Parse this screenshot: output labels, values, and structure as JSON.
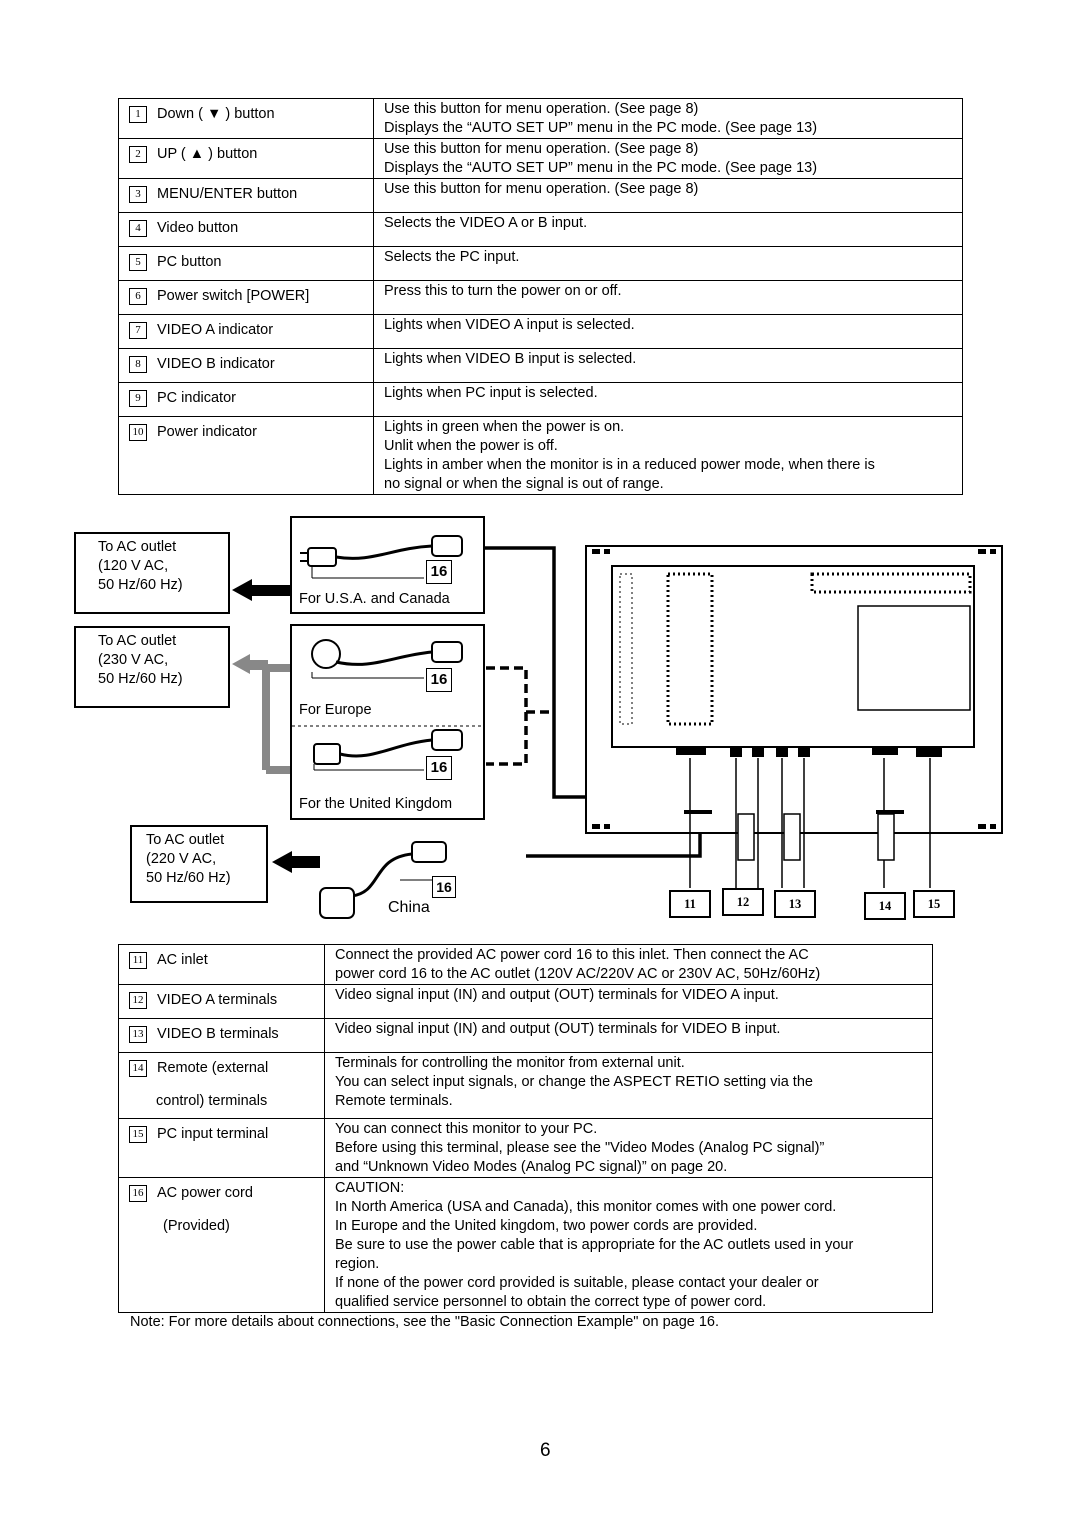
{
  "table_top": [
    {
      "num": "1",
      "name": "Down ( ▼ ) button",
      "desc": [
        "Use this button for menu operation. (See page 8)",
        "Displays the “AUTO SET UP” menu in the PC mode. (See page 13)"
      ]
    },
    {
      "num": "2",
      "name": "UP ( ▲ ) button",
      "desc": [
        "Use this button for menu operation. (See page 8)",
        "Displays the “AUTO SET UP” menu in the PC mode. (See page 13)"
      ]
    },
    {
      "num": "3",
      "name": "MENU/ENTER button",
      "desc": [
        "Use this button for menu operation. (See page 8)"
      ]
    },
    {
      "num": "4",
      "name": "Video button",
      "desc": [
        "Selects the VIDEO A or B input."
      ]
    },
    {
      "num": "5",
      "name": "PC button",
      "desc": [
        "Selects the PC input."
      ]
    },
    {
      "num": "6",
      "name": "Power switch [POWER]",
      "desc": [
        "Press this to turn the power on or off."
      ]
    },
    {
      "num": "7",
      "name": "VIDEO A indicator",
      "desc": [
        "Lights when VIDEO A input is selected."
      ]
    },
    {
      "num": "8",
      "name": "VIDEO B indicator",
      "desc": [
        "Lights when VIDEO B input is selected."
      ]
    },
    {
      "num": "9",
      "name": "PC indicator",
      "desc": [
        "Lights when PC input is selected."
      ]
    },
    {
      "num": "10",
      "name": "Power indicator",
      "desc": [
        "Lights in green when the power is on.",
        "Unlit when the power is off.",
        "Lights in amber when the monitor is in a reduced power mode, when there is",
        "no signal or when the signal is out of range."
      ]
    }
  ],
  "diagram": {
    "outlet_120": [
      "To AC outlet",
      "(120 V AC,",
      "50 Hz/60 Hz)"
    ],
    "outlet_230": [
      "To AC outlet",
      "(230 V AC,",
      "50 Hz/60 Hz)"
    ],
    "outlet_220": [
      "To AC outlet",
      "(220 V AC,",
      "50 Hz/60 Hz)"
    ],
    "cord_usa": "For U.S.A. and Canada",
    "cord_europe": "For Europe",
    "cord_uk": "For the United Kingdom",
    "cord_china": "China",
    "cord_num": "16",
    "callouts": [
      "11",
      "12",
      "13",
      "14",
      "15"
    ]
  },
  "table_bottom": [
    {
      "num": "11",
      "name": "AC inlet",
      "name2": "",
      "desc": [
        "Connect the provided AC power cord 16 to this inlet. Then connect the AC",
        "power cord 16 to the AC outlet (120V AC/220V AC or 230V AC, 50Hz/60Hz)"
      ]
    },
    {
      "num": "12",
      "name": "VIDEO A terminals",
      "name2": "",
      "desc": [
        "Video signal input (IN) and output (OUT) terminals for VIDEO A input."
      ]
    },
    {
      "num": "13",
      "name": "VIDEO B terminals",
      "name2": "",
      "desc": [
        "Video signal input (IN) and output (OUT) terminals for VIDEO B input."
      ]
    },
    {
      "num": "14",
      "name": "Remote (external",
      "name2": "control) terminals",
      "desc": [
        "Terminals for controlling the monitor from external unit.",
        "You can select input signals, or change the ASPECT RETIO setting via the",
        "Remote terminals."
      ]
    },
    {
      "num": "15",
      "name": "PC input terminal",
      "name2": "",
      "desc": [
        "You can connect this monitor to your PC.",
        "Before using this terminal, please see the \"Video Modes (Analog PC signal)”",
        "and “Unknown Video Modes (Analog PC signal)” on page 20."
      ]
    },
    {
      "num": "16",
      "name": "AC power cord",
      "name2": "(Provided)",
      "desc": [
        "CAUTION:",
        "In North America (USA and Canada), this monitor comes with one power cord.",
        "In Europe and the United kingdom, two power cords are provided.",
        "Be sure to use the power cable that is appropriate for the AC outlets used in your",
        "region.",
        "If none of the power cord provided is suitable, please contact your dealer or",
        "qualified service personnel to obtain the correct type of power cord."
      ]
    }
  ],
  "note": "Note: For more details about connections, see the \"Basic Connection Example\" on page 16.",
  "page_number": "6"
}
